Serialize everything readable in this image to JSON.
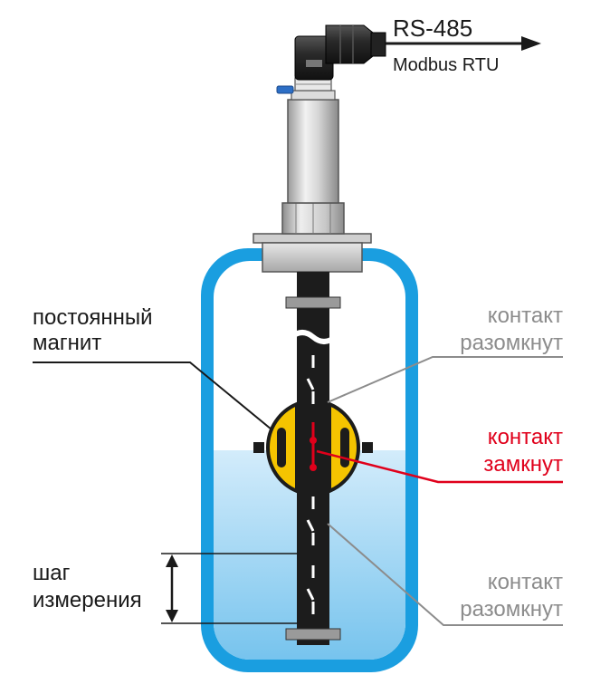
{
  "output": {
    "protocol": "RS-485",
    "subprotocol": "Modbus RTU"
  },
  "labels": {
    "magnet_line1": "постоянный",
    "magnet_line2": "магнит",
    "open_top_line1": "контакт",
    "open_top_line2": "разомкнут",
    "closed_line1": "контакт",
    "closed_line2": "замкнут",
    "open_bottom_line1": "контакт",
    "open_bottom_line2": "разомкнут",
    "step_line1": "шаг",
    "step_line2": "измерения"
  },
  "colors": {
    "tank": "#1a9ee0",
    "liquid_top": "#cfe9f9",
    "liquid_bottom": "#78c5ee",
    "float": "#f5c400",
    "rod": "#1c1c1c",
    "closed_contact": "#e0001b",
    "open_contact": "#9a9a9a",
    "text": "#1a1a1a"
  },
  "icons": {
    "arrow": "arrow-right-icon",
    "connector": "cable-connector-icon",
    "step_arrow": "double-arrow-vertical-icon"
  }
}
